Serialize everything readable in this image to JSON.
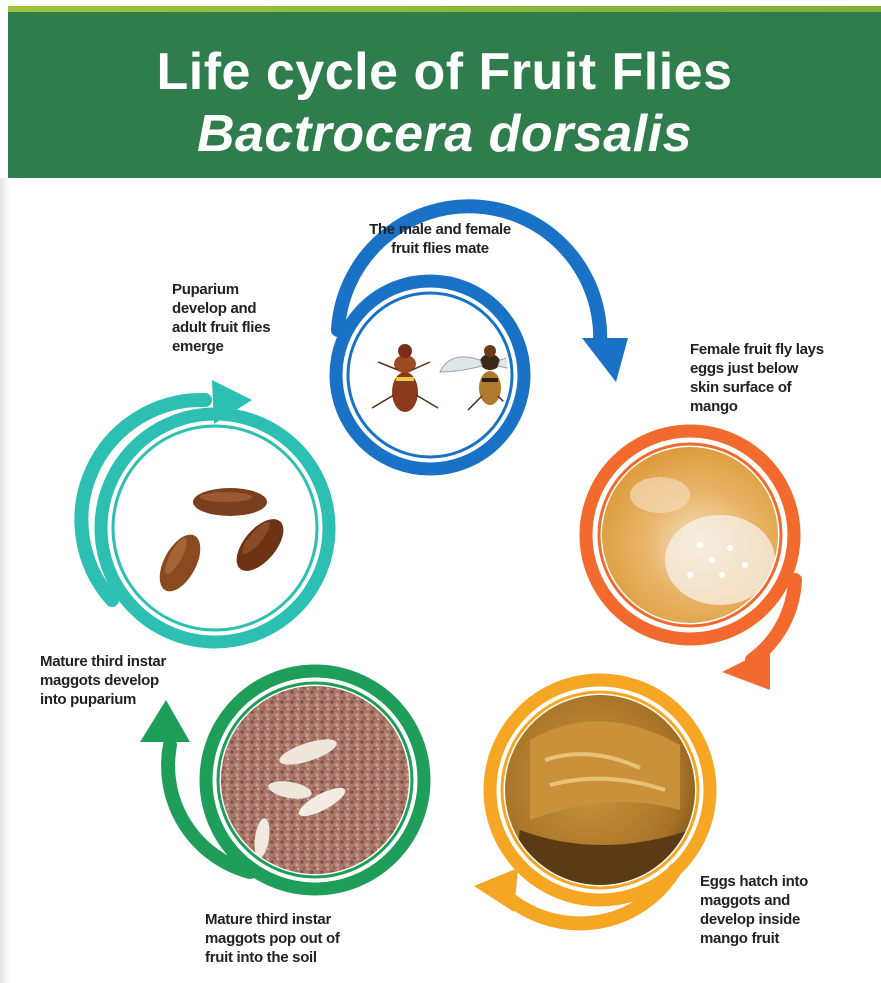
{
  "header": {
    "title_line1": "Life cycle of Fruit Flies",
    "title_line2": "Bactrocera dorsalis"
  },
  "stages": [
    {
      "id": "mating",
      "color": "#1a72c6",
      "caption": [
        "The male and female",
        "fruit flies mate"
      ]
    },
    {
      "id": "egg-laying",
      "color": "#f26a2e",
      "caption": [
        "Female fruit fly lays",
        "eggs just below",
        "skin surface of",
        "mango"
      ]
    },
    {
      "id": "hatching",
      "color": "#f5a623",
      "caption": [
        "Eggs hatch into",
        "maggots and",
        "develop inside",
        "mango fruit"
      ]
    },
    {
      "id": "soil",
      "color": "#1f9e5a",
      "caption": [
        "Mature third instar",
        "maggots pop out of",
        "fruit into the soil"
      ]
    },
    {
      "id": "pupation",
      "color": "#2dbfb2",
      "caption": [
        "Mature third instar",
        "maggots develop",
        "into puparium"
      ]
    },
    {
      "id": "emergence",
      "color": "#2dbfb2",
      "caption": [
        "Puparium",
        "develop and",
        "adult fruit flies",
        "emerge"
      ]
    }
  ],
  "icons": {
    "flies": "fruit-fly-pair-icon",
    "eggs": "mango-flesh-eggs-icon",
    "maggots-fruit": "infested-mango-icon",
    "maggots-soil": "maggots-in-soil-icon",
    "pupae": "puparium-icon"
  }
}
